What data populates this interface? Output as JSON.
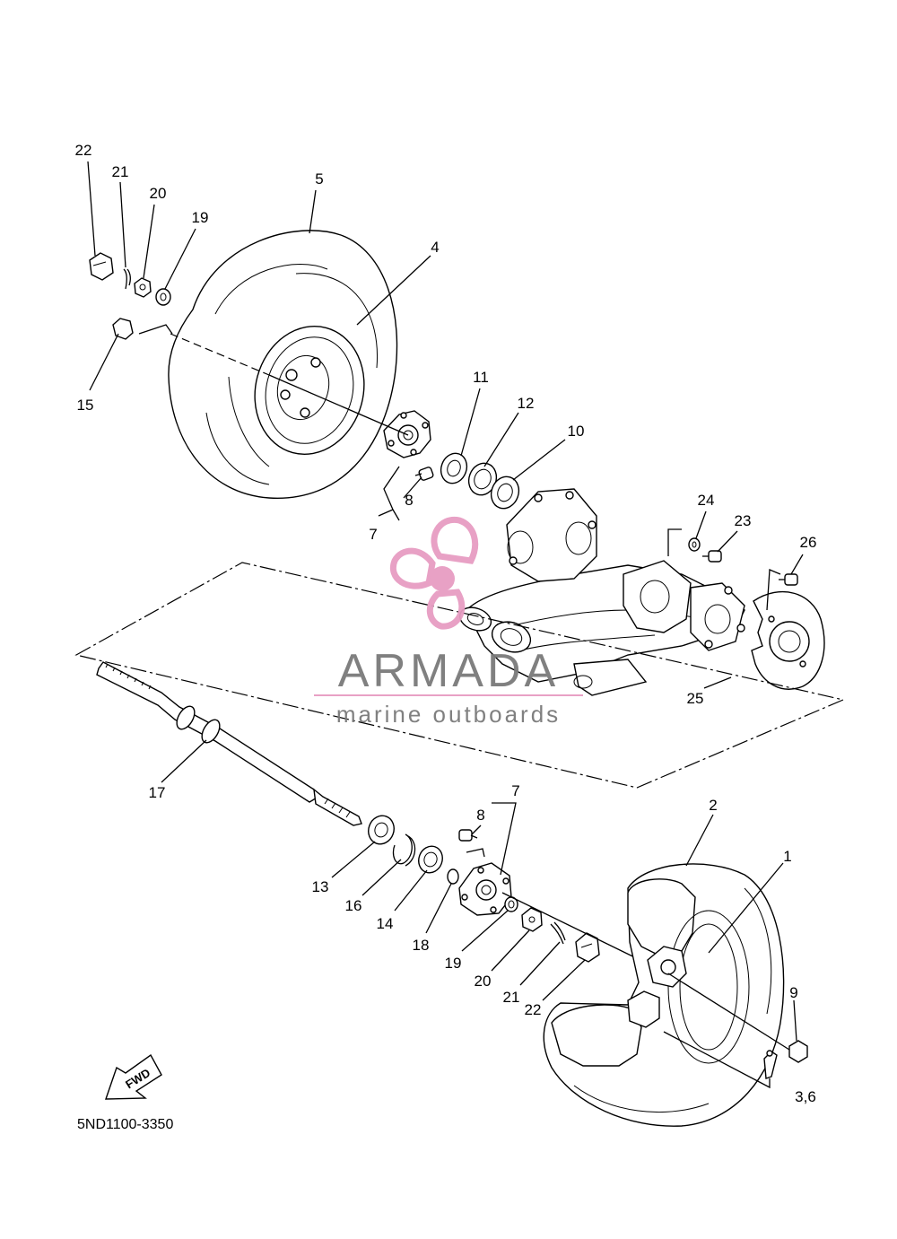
{
  "diagram_code": "5ND1100-3350",
  "fwd_label": "FWD",
  "watermark": {
    "title": "ARMADA",
    "subtitle": "marine outboards",
    "color": "#7a7a7a",
    "accent": "#e79cc2"
  },
  "callouts": {
    "c1": "1",
    "c2": "2",
    "c3_6": "3,6",
    "c4": "4",
    "c5": "5",
    "c7_top": "7",
    "c7_bottom": "7",
    "c8_top": "8",
    "c8_bottom": "8",
    "c9": "9",
    "c10": "10",
    "c11": "11",
    "c12": "12",
    "c13": "13",
    "c14": "14",
    "c15": "15",
    "c16": "16",
    "c17": "17",
    "c18": "18",
    "c19_top": "19",
    "c19_bottom": "19",
    "c20_top": "20",
    "c20_bottom": "20",
    "c21_top": "21",
    "c21_bottom": "21",
    "c22_top": "22",
    "c22_bottom": "22",
    "c23": "23",
    "c24": "24",
    "c25": "25",
    "c26": "26"
  }
}
